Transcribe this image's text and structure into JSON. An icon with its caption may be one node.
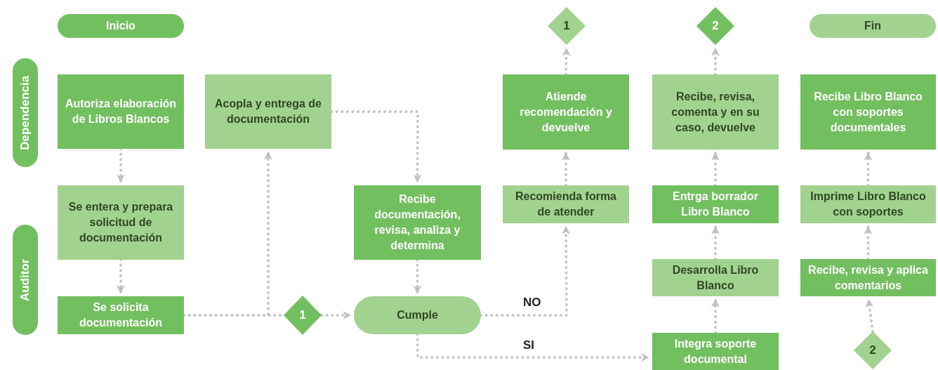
{
  "diagram": {
    "nodes": [
      {
        "text": [
          "Inicio"
        ]
      },
      {
        "text": [
          "Dependencia"
        ]
      },
      {
        "text": [
          "Auditor"
        ]
      },
      {
        "text": [
          "1"
        ]
      },
      {
        "text": [
          "2"
        ]
      },
      {
        "text": [
          "Fin"
        ]
      },
      {
        "text": [
          "Autoriza elaboración de Libros Blancos"
        ]
      },
      {
        "text": [
          "Acopla y entrega de documentación"
        ]
      },
      {
        "text": [
          "Atiende recomendación y devuelve"
        ]
      },
      {
        "text": [
          "Recibe, revisa, comenta y en su caso, devuelve"
        ]
      },
      {
        "text": [
          "Recibe Libro Blanco con soportes documentales"
        ]
      },
      {
        "text": [
          "Se entera y prepara solicitud de documentación"
        ]
      },
      {
        "text": [
          "Recibe documentación, revisa, analiza y determina"
        ]
      },
      {
        "text": [
          "Recomienda forma de atender"
        ]
      },
      {
        "text": [
          "Entrga borrador Libro Blanco"
        ]
      },
      {
        "text": [
          "Imprime Libro Blanco con soportes"
        ]
      },
      {
        "text": [
          "Desarrolla Libro Blanco"
        ]
      },
      {
        "text": [
          "Recibe, revisa y aplica comentarios"
        ]
      },
      {
        "text": [
          "Se solicita documentación"
        ]
      },
      {
        "text": [
          "1"
        ]
      },
      {
        "text": [
          "Cumple"
        ]
      },
      {
        "text": [
          "Integra soporte documental"
        ]
      },
      {
        "text": [
          "2"
        ]
      }
    ],
    "edges": [
      {
        "from": 6,
        "to": 11,
        "arrow": "to"
      },
      {
        "from": 11,
        "to": 18,
        "arrow": "to"
      },
      {
        "from": 18,
        "to": 7,
        "arrow": "to"
      },
      {
        "from": 18,
        "to": 19,
        "arrow": "none"
      },
      {
        "from": 19,
        "to": 20,
        "arrow": "to"
      },
      {
        "from": 7,
        "to": 12,
        "arrow": "to"
      },
      {
        "from": 12,
        "to": 20,
        "arrow": "to"
      },
      {
        "from": 20,
        "to": 13,
        "arrow": "to",
        "label": "NO"
      },
      {
        "from": 20,
        "to": 21,
        "arrow": "to",
        "label": "SI"
      },
      {
        "from": 13,
        "to": 8,
        "arrow": "to"
      },
      {
        "from": 8,
        "to": 3,
        "arrow": "to"
      },
      {
        "from": 21,
        "to": 16,
        "arrow": "to"
      },
      {
        "from": 16,
        "to": 14,
        "arrow": "to"
      },
      {
        "from": 14,
        "to": 9,
        "arrow": "to"
      },
      {
        "from": 9,
        "to": 4,
        "arrow": "to"
      },
      {
        "from": 22,
        "to": 17,
        "arrow": "to"
      },
      {
        "from": 17,
        "to": 15,
        "arrow": "to"
      },
      {
        "from": 15,
        "to": 10,
        "arrow": "to"
      }
    ]
  }
}
